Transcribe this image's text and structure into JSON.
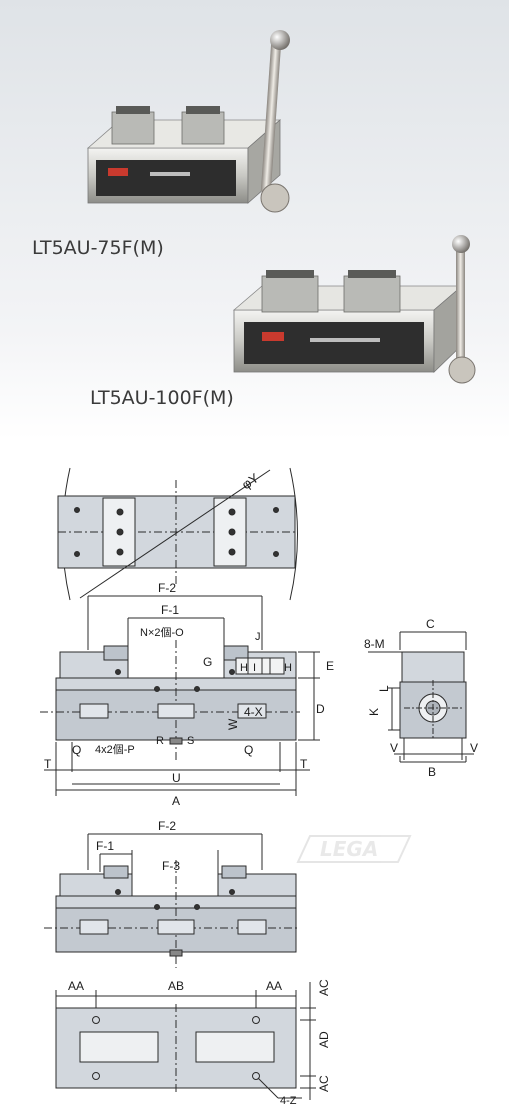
{
  "photos": {
    "small_vise_caption": "LT5AU-75F(M)",
    "large_vise_caption": "LT5AU-100F(M)"
  },
  "drawing": {
    "top_view": {
      "phi": "φY"
    },
    "front_view": {
      "f2": "F-2",
      "f1": "F-1",
      "n2o": "N×2個-O",
      "g": "G",
      "h": "H",
      "i": "I",
      "j": "J",
      "e": "E",
      "d": "D",
      "w": "W",
      "x": "4-X",
      "q_left": "Q",
      "q_right": "Q",
      "p": "4x2個-P",
      "r": "R",
      "s": "S",
      "t_left": "T",
      "t_right": "T",
      "u": "U",
      "a": "A"
    },
    "side_view": {
      "c": "C",
      "m": "8-M",
      "l": "L",
      "k": "K",
      "v_left": "V",
      "v_right": "V",
      "b": "B"
    },
    "second_front": {
      "f2": "F-2",
      "f1": "F-1",
      "f3": "F-3"
    },
    "bottom_view": {
      "aa_left": "AA",
      "ab": "AB",
      "aa_right": "AA",
      "ac_top": "AC",
      "ad": "AD",
      "ac_bottom": "AC",
      "z": "4-Z"
    },
    "watermark": "LEGA"
  },
  "colors": {
    "drawing_fill": "#d2d7dd",
    "drawing_dark": "#9aa3ad",
    "line": "#2b2b2b",
    "photo_bg": "#eef0f2"
  }
}
